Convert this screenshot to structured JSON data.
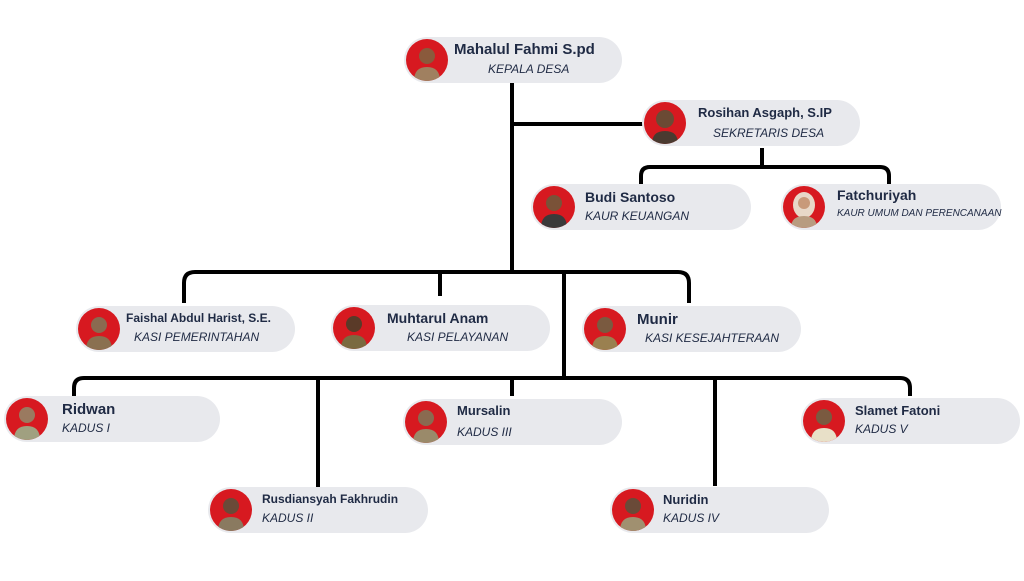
{
  "colors": {
    "card_bg": "#e8e9ed",
    "avatar_bg": "#d71920",
    "text": "#1f2a44",
    "line": "#000000"
  },
  "people": {
    "kepala": {
      "name": "Mahalul Fahmi S.pd",
      "role": "KEPALA DESA"
    },
    "sekretaris": {
      "name": "Rosihan Asgaph, S.IP",
      "role": "SEKRETARIS DESA"
    },
    "keuangan": {
      "name": "Budi Santoso",
      "role": "KAUR KEUANGAN"
    },
    "umum": {
      "name": "Fatchuriyah",
      "role": "KAUR UMUM DAN PERENCANAAN"
    },
    "pemerintahan": {
      "name": "Faishal Abdul Harist, S.E.",
      "role": "KASI PEMERINTAHAN"
    },
    "pelayanan": {
      "name": "Muhtarul Anam",
      "role": "KASI PELAYANAN"
    },
    "kesejahteraan": {
      "name": "Munir",
      "role": "KASI KESEJAHTERAAN"
    },
    "kadus1": {
      "name": "Ridwan",
      "role": "KADUS I"
    },
    "kadus2": {
      "name": "Rusdiansyah Fakhrudin",
      "role": "KADUS II"
    },
    "kadus3": {
      "name": "Mursalin",
      "role": "KADUS III"
    },
    "kadus4": {
      "name": "Nuridin",
      "role": "KADUS IV"
    },
    "kadus5": {
      "name": "Slamet Fatoni",
      "role": "KADUS V"
    }
  }
}
